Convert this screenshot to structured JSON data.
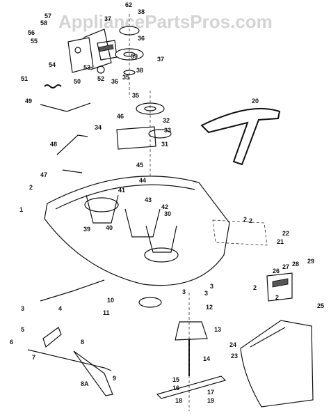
{
  "watermark": "AppliancePartsPros.com",
  "callouts": [
    "62",
    "57",
    "58",
    "56",
    "55",
    "54",
    "53",
    "37",
    "38",
    "36",
    "59",
    "52",
    "35",
    "37",
    "38",
    "51",
    "50",
    "49",
    "20",
    "36",
    "35",
    "32",
    "33",
    "46",
    "34",
    "31",
    "45",
    "48",
    "47",
    "44",
    "43",
    "41",
    "42",
    "2",
    "30",
    "1",
    "39",
    "40",
    "2",
    "22",
    "21",
    "26",
    "27",
    "28",
    "29",
    "2",
    "25",
    "3",
    "10",
    "11",
    "12",
    "3",
    "3",
    "4",
    "5",
    "13",
    "6",
    "7",
    "8",
    "9",
    "14",
    "15",
    "16",
    "17",
    "18",
    "19",
    "8A",
    "23",
    "24",
    "2",
    "3",
    "2"
  ]
}
